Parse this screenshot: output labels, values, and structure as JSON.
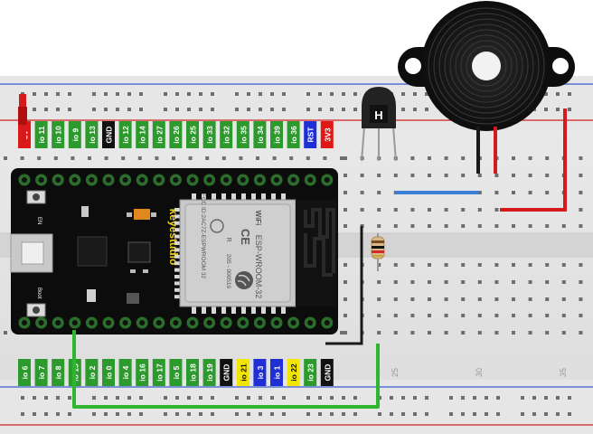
{
  "board": {
    "brand_text": "keyestudio",
    "module_label": "ESP-WROOM-32",
    "module_cert_line1": "FCC ID:2AC7Z-ESPWROOM 32",
    "module_cert_line2": "205 - 000519",
    "module_r_mark": "R",
    "module_ce_mark": "CE",
    "module_wifi_mark": "WiFi",
    "button_en_label": "EN",
    "button_boot_label": "Boot"
  },
  "top_pins": [
    {
      "label": "5V",
      "color": "#e01818",
      "text": "#ffffff"
    },
    {
      "label": "io 11",
      "color": "#2c9a2c",
      "text": "#ffffff"
    },
    {
      "label": "io 10",
      "color": "#2c9a2c",
      "text": "#ffffff"
    },
    {
      "label": "io 9",
      "color": "#2c9a2c",
      "text": "#ffffff"
    },
    {
      "label": "io 13",
      "color": "#2c9a2c",
      "text": "#ffffff"
    },
    {
      "label": "GND",
      "color": "#111111",
      "text": "#ffffff"
    },
    {
      "label": "io 12",
      "color": "#2c9a2c",
      "text": "#ffffff"
    },
    {
      "label": "io 14",
      "color": "#2c9a2c",
      "text": "#ffffff"
    },
    {
      "label": "io 27",
      "color": "#2c9a2c",
      "text": "#ffffff"
    },
    {
      "label": "io 26",
      "color": "#2c9a2c",
      "text": "#ffffff"
    },
    {
      "label": "io 25",
      "color": "#2c9a2c",
      "text": "#ffffff"
    },
    {
      "label": "io 33",
      "color": "#2c9a2c",
      "text": "#ffffff"
    },
    {
      "label": "io 32",
      "color": "#2c9a2c",
      "text": "#ffffff"
    },
    {
      "label": "io 35",
      "color": "#2c9a2c",
      "text": "#ffffff"
    },
    {
      "label": "io 34",
      "color": "#2c9a2c",
      "text": "#ffffff"
    },
    {
      "label": "io 39",
      "color": "#2c9a2c",
      "text": "#ffffff"
    },
    {
      "label": "io 36",
      "color": "#2c9a2c",
      "text": "#ffffff"
    },
    {
      "label": "RST",
      "color": "#1f2fd6",
      "text": "#ffffff"
    },
    {
      "label": "3V3",
      "color": "#e01818",
      "text": "#ffffff"
    }
  ],
  "bottom_pins": [
    {
      "label": "io 6",
      "color": "#2c9a2c",
      "text": "#ffffff"
    },
    {
      "label": "io 7",
      "color": "#2c9a2c",
      "text": "#ffffff"
    },
    {
      "label": "io 8",
      "color": "#2c9a2c",
      "text": "#ffffff"
    },
    {
      "label": "io 15",
      "color": "#2c9a2c",
      "text": "#ffffff"
    },
    {
      "label": "io 2",
      "color": "#2c9a2c",
      "text": "#ffffff"
    },
    {
      "label": "io 0",
      "color": "#2c9a2c",
      "text": "#ffffff"
    },
    {
      "label": "io 4",
      "color": "#2c9a2c",
      "text": "#ffffff"
    },
    {
      "label": "io 16",
      "color": "#2c9a2c",
      "text": "#ffffff"
    },
    {
      "label": "io 17",
      "color": "#2c9a2c",
      "text": "#ffffff"
    },
    {
      "label": "io 5",
      "color": "#2c9a2c",
      "text": "#ffffff"
    },
    {
      "label": "io 18",
      "color": "#2c9a2c",
      "text": "#ffffff"
    },
    {
      "label": "io 19",
      "color": "#2c9a2c",
      "text": "#ffffff"
    },
    {
      "label": "GND",
      "color": "#111111",
      "text": "#ffffff"
    },
    {
      "label": "io 21",
      "color": "#f2e600",
      "text": "#111111"
    },
    {
      "label": "io 3",
      "color": "#1f2fd6",
      "text": "#ffffff"
    },
    {
      "label": "io 1",
      "color": "#1f2fd6",
      "text": "#ffffff"
    },
    {
      "label": "io 22",
      "color": "#f2e600",
      "text": "#111111"
    },
    {
      "label": "io 23",
      "color": "#2c9a2c",
      "text": "#ffffff"
    },
    {
      "label": "GND",
      "color": "#111111",
      "text": "#ffffff"
    }
  ],
  "breadboard": {
    "column_numbers": [
      "25",
      "30",
      "35"
    ],
    "rail_red": "#d42020",
    "rail_blue": "#3a5ccc"
  },
  "transistor": {
    "marking": "H"
  },
  "wires": {
    "colors": {
      "red": "#d41a1a",
      "black": "#1a1a1a",
      "blue": "#3a7fd8",
      "green": "#2fb52f"
    }
  }
}
